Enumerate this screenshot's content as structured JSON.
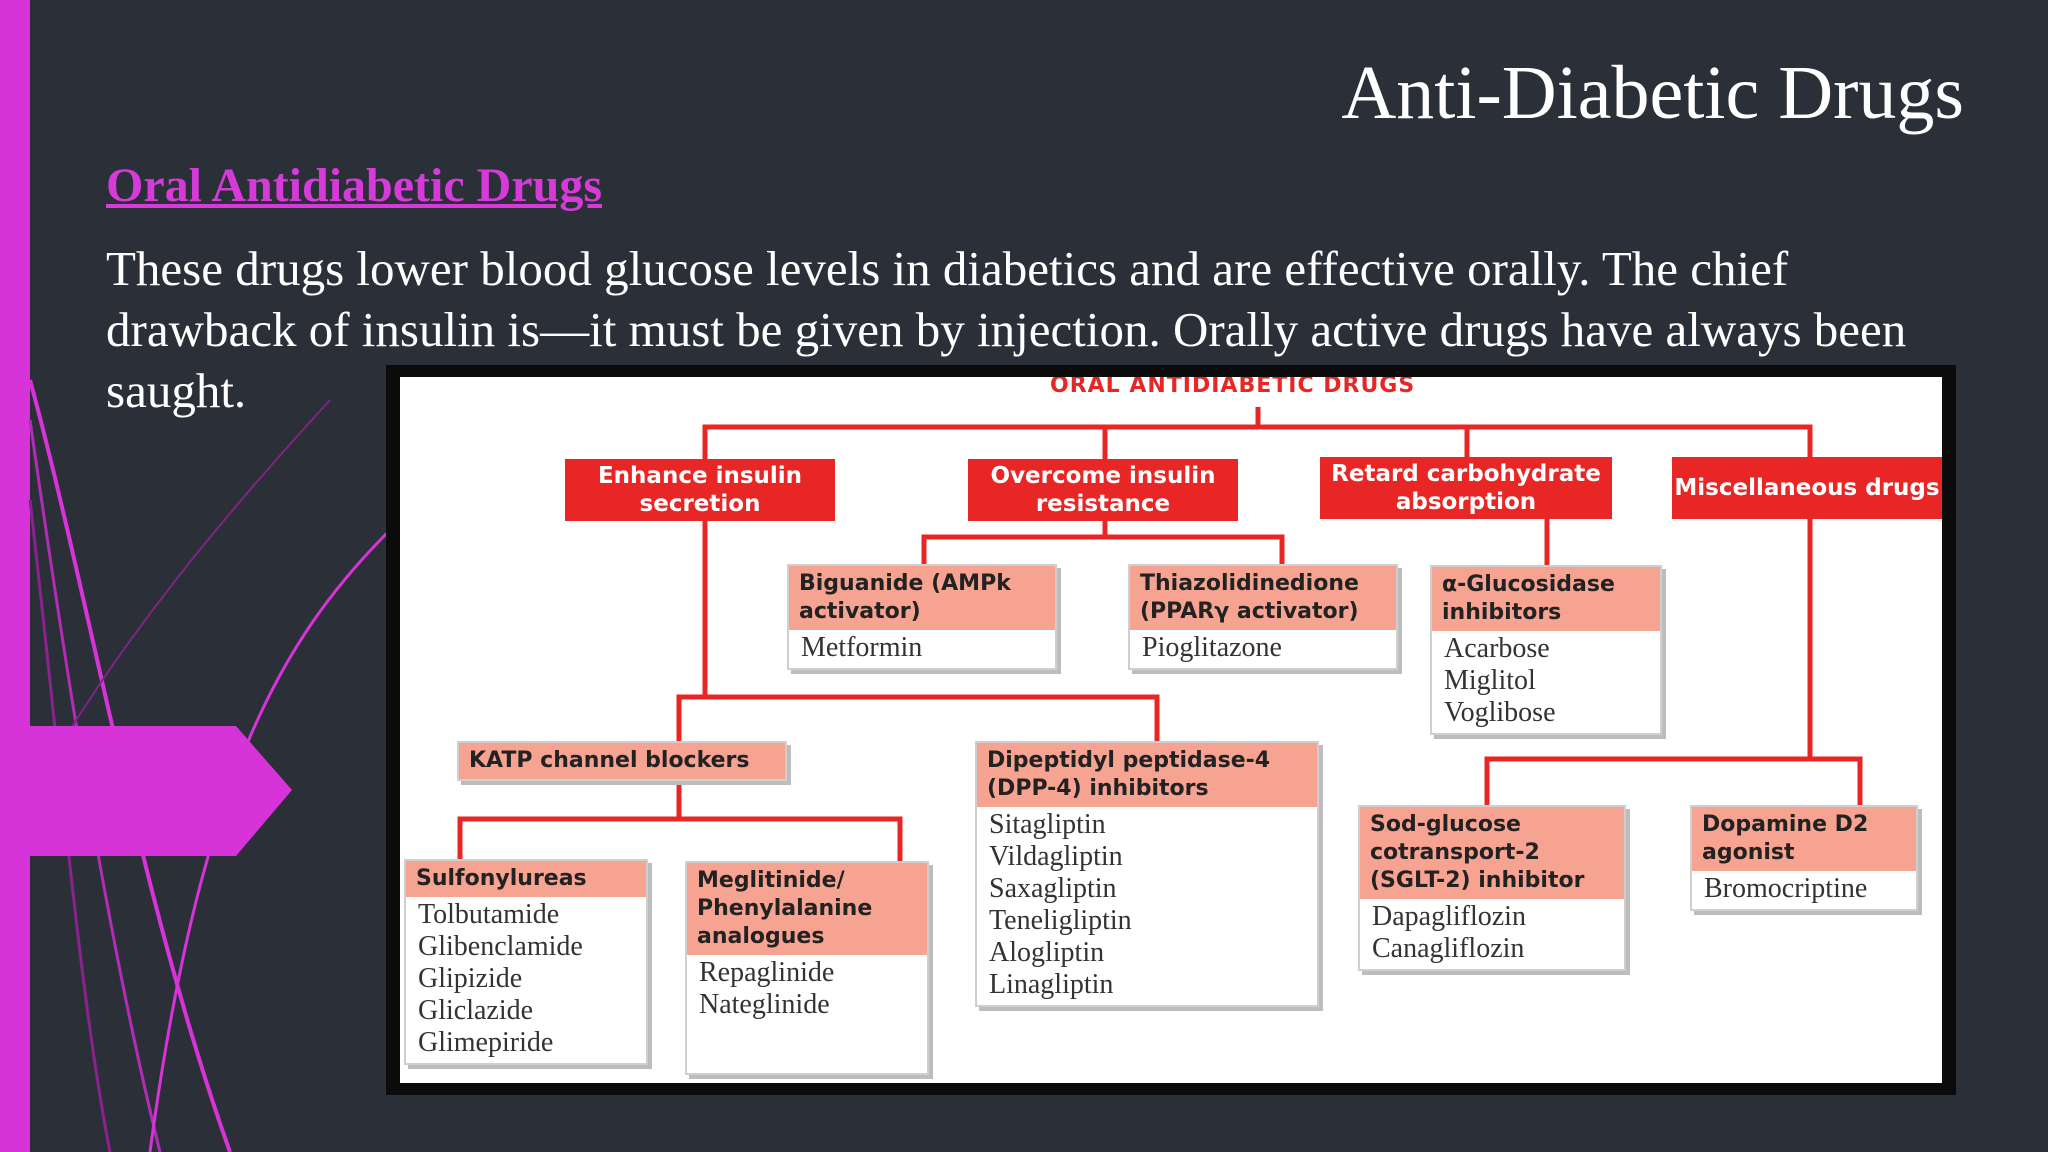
{
  "slide": {
    "title": "Anti-Diabetic Drugs",
    "subheading": "Oral Antidiabetic Drugs",
    "body": "These drugs lower blood glucose levels in diabetics and are effective orally.  The chief drawback of insulin is—it must be given by injection. Orally active drugs have always been saught."
  },
  "colors": {
    "accent": "#d633d9",
    "background": "#2b3038",
    "category_red": "#e82626",
    "box_header": "#f6a391"
  },
  "diagram": {
    "title": "ORAL ANTIDIABETIC DRUGS",
    "categories": {
      "enhance": "Enhance insulin secretion",
      "overcome": "Overcome insulin resistance",
      "retard": "Retard carbohydrate absorption",
      "misc": "Miscellaneous drugs"
    },
    "boxes": {
      "biguanide": {
        "head": "Biguanide (AMPk activator)",
        "items": [
          "Metformin"
        ]
      },
      "thiazolidinedione": {
        "head": "Thiazolidinedione (PPARγ activator)",
        "items": [
          "Pioglitazone"
        ]
      },
      "glucosidase": {
        "head": "α-Glucosidase inhibitors",
        "items": [
          "Acarbose",
          "Miglitol",
          "Voglibose"
        ]
      },
      "katp": {
        "head": "KATP channel blockers",
        "items": []
      },
      "dpp4": {
        "head": "Dipeptidyl peptidase-4 (DPP-4) inhibitors",
        "items": [
          "Sitagliptin",
          "Vildagliptin",
          "Saxagliptin",
          "Teneligliptin",
          "Alogliptin",
          "Linagliptin"
        ]
      },
      "sulfonylureas": {
        "head": "Sulfonylureas",
        "items": [
          "Tolbutamide",
          "Glibenclamide",
          "Glipizide",
          "Gliclazide",
          "Glimepiride"
        ]
      },
      "meglitinide": {
        "head": "Meglitinide/ Phenylalanine analogues",
        "items": [
          "Repaglinide",
          "Nateglinide"
        ]
      },
      "sglt2": {
        "head": "Sod-glucose cotransport-2 (SGLT-2) inhibitor",
        "items": [
          "Dapagliflozin",
          "Canagliflozin"
        ]
      },
      "dopamine": {
        "head": "Dopamine D2 agonist",
        "items": [
          "Bromocriptine"
        ]
      }
    }
  }
}
